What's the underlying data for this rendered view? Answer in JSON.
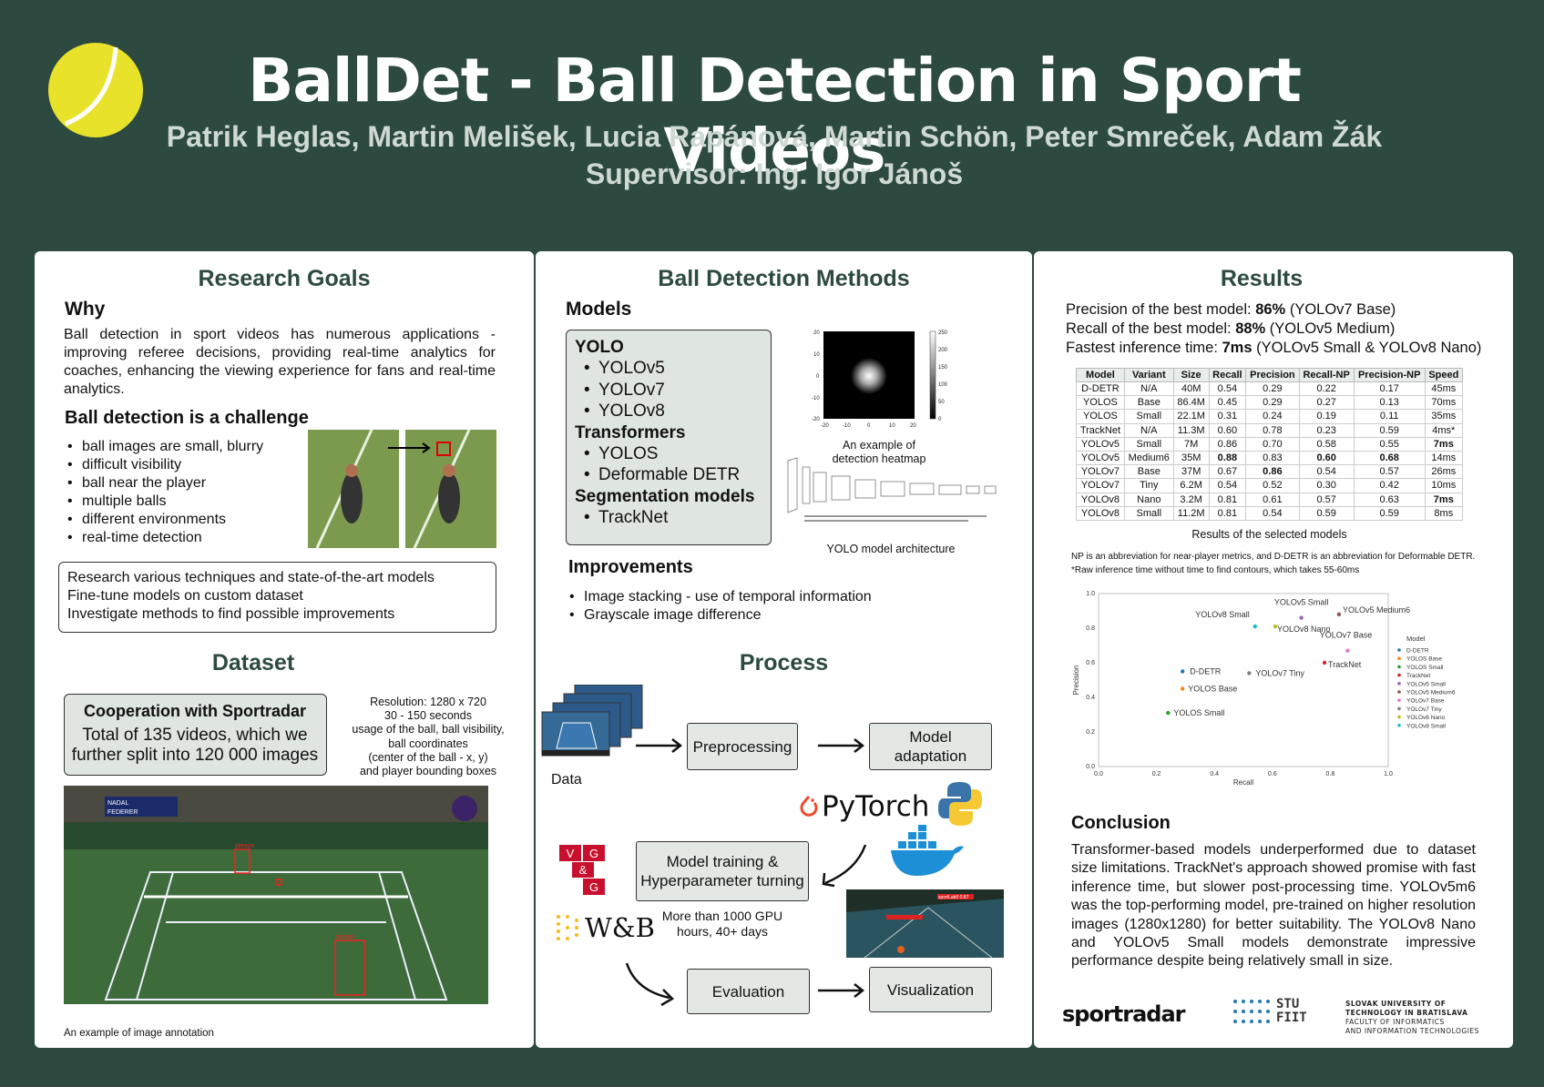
{
  "header": {
    "title": "BallDet - Ball Detection in Sport Videos",
    "authors": "Patrik Heglas, Martin Melišek, Lucia Rapánová, Martin Schön, Peter Smreček, Adam Žák",
    "supervisor": "Supervisor: Ing. Igor Jánoš"
  },
  "goals": {
    "heading": "Research Goals",
    "why_heading": "Why",
    "why_text": "Ball detection in sport videos has numerous applications - improving referee decisions, providing real-time analytics for coaches, enhancing the viewing experience for fans and real-time analytics.",
    "challenge_heading": "Ball detection is a challenge",
    "challenges": [
      "ball images are small, blurry",
      "difficult visibility",
      "ball near the player",
      "multiple balls",
      "different environments",
      "real-time detection"
    ],
    "objectives": [
      "Research various techniques and state-of-the-art models",
      "Fine-tune models on custom dataset",
      "Investigate methods to find possible improvements"
    ]
  },
  "dataset": {
    "heading": "Dataset",
    "coop_title": "Cooperation with Sportradar",
    "coop_text": "Total of 135 videos, which we further split into 120 000 images",
    "info": [
      "Resolution: 1280 x 720",
      "30 - 150 seconds",
      "usage of the ball, ball visibility,",
      "ball coordinates",
      "(center of the ball - x, y)",
      "and player bounding boxes"
    ],
    "caption": "An example of image annotation",
    "score_p1": "NADAL",
    "score_p2": "FEDERER",
    "label_person": "person"
  },
  "methods": {
    "heading": "Ball Detection Methods",
    "models_heading": "Models",
    "groups": [
      {
        "name": "YOLO",
        "items": [
          "YOLOv5",
          "YOLOv7",
          "YOLOv8"
        ]
      },
      {
        "name": "Transformers",
        "items": [
          "YOLOS",
          "Deformable DETR"
        ]
      },
      {
        "name": "Segmentation models",
        "items": [
          "TrackNet"
        ]
      }
    ],
    "heatmap_caption": "An example of detection heatmap",
    "yolo_caption": "YOLO model architecture",
    "heat_yticks": [
      "20",
      "10",
      "0",
      "-10",
      "-20"
    ],
    "heat_xticks": [
      "-20",
      "-10",
      "0",
      "10",
      "20"
    ],
    "heat_cbar": [
      "250",
      "200",
      "150",
      "100",
      "50",
      "0"
    ],
    "improvements_heading": "Improvements",
    "improvements": [
      "Image stacking - use of temporal information",
      "Grayscale image difference"
    ]
  },
  "process": {
    "heading": "Process",
    "data_label": "Data",
    "preprocessing": "Preprocessing",
    "model_adaptation": "Model adaptation",
    "training": "Model training & Hyperparameter turning",
    "gpu_note": "More than 1000 GPU hours, 40+ days",
    "evaluation": "Evaluation",
    "visualization": "Visualization",
    "pytorch": "PyTorch",
    "wandb": "W&B",
    "vgg": [
      "V",
      "G",
      "&",
      "G"
    ],
    "vis_label": "sportLab0 0.87"
  },
  "results": {
    "heading": "Results",
    "summary": [
      {
        "pre": "Precision of the best model: ",
        "bold": "86%",
        "post": " (YOLOv7 Base)"
      },
      {
        "pre": "Recall of the best model: ",
        "bold": "88%",
        "post": " (YOLOv5 Medium)"
      },
      {
        "pre": "Fastest inference time: ",
        "bold": "7ms",
        "post": " (YOLOv5 Small & YOLOv8 Nano)"
      }
    ],
    "table_headers": [
      "Model",
      "Variant",
      "Size",
      "Recall",
      "Precision",
      "Recall-NP",
      "Precision-NP",
      "Speed"
    ],
    "table_rows": [
      [
        "D-DETR",
        "N/A",
        "40M",
        "0.54",
        "0.29",
        "0.22",
        "0.17",
        "45ms"
      ],
      [
        "YOLOS",
        "Base",
        "86.4M",
        "0.45",
        "0.29",
        "0.27",
        "0.13",
        "70ms"
      ],
      [
        "YOLOS",
        "Small",
        "22.1M",
        "0.31",
        "0.24",
        "0.19",
        "0.11",
        "35ms"
      ],
      [
        "TrackNet",
        "N/A",
        "11.3M",
        "0.60",
        "0.78",
        "0.23",
        "0.59",
        "4ms*"
      ],
      [
        "YOLOv5",
        "Small",
        "7M",
        "0.86",
        "0.70",
        "0.58",
        "0.55",
        "7ms"
      ],
      [
        "YOLOv5",
        "Medium6",
        "35M",
        "0.88",
        "0.83",
        "0.60",
        "0.68",
        "14ms"
      ],
      [
        "YOLOv7",
        "Base",
        "37M",
        "0.67",
        "0.86",
        "0.54",
        "0.57",
        "26ms"
      ],
      [
        "YOLOv7",
        "Tiny",
        "6.2M",
        "0.54",
        "0.52",
        "0.30",
        "0.42",
        "10ms"
      ],
      [
        "YOLOv8",
        "Nano",
        "3.2M",
        "0.81",
        "0.61",
        "0.57",
        "0.63",
        "7ms"
      ],
      [
        "YOLOv8",
        "Small",
        "11.2M",
        "0.81",
        "0.54",
        "0.59",
        "0.59",
        "8ms"
      ]
    ],
    "table_caption": "Results of the selected models",
    "note1": "NP is an abbreviation for near-player metrics, and D-DETR is an abbreviation for Deformable DETR.",
    "note2": "*Raw inference time without time to find contours, which takes 55-60ms",
    "conclusion_heading": "Conclusion",
    "conclusion": "Transformer-based models underperformed due to dataset size limitations. TrackNet's approach showed promise with fast inference time, but slower post-processing time. YOLOv5m6 was the top-performing model, pre-trained on higher resolution images (1280x1280) for better suitability. The YOLOv8 Nano and YOLOv5 Small models demonstrate impressive performance despite being relatively small in size.",
    "logo_sportradar": "sportradar",
    "logo_stu": [
      "STU",
      "FIIT"
    ],
    "logo_univ": [
      "SLOVAK UNIVERSITY OF",
      "TECHNOLOGY IN BRATISLAVA",
      "FACULTY OF INFORMATICS",
      "AND INFORMATION TECHNOLOGIES"
    ]
  },
  "chart_data": {
    "type": "scatter",
    "xlabel": "Recall",
    "ylabel": "Precision",
    "xlim": [
      0.0,
      1.0
    ],
    "ylim": [
      0.0,
      1.0
    ],
    "xticks": [
      "0.0",
      "0.2",
      "0.4",
      "0.6",
      "0.8",
      "1.0"
    ],
    "yticks": [
      "0.0",
      "0.2",
      "0.4",
      "0.6",
      "0.8",
      "1.0"
    ],
    "legend_title": "Model",
    "legend_placement": "right",
    "points": [
      {
        "name": "D-DETR",
        "x": 0.29,
        "y": 0.55,
        "label": "D-DETR",
        "color": "#1f77b4"
      },
      {
        "name": "YOLOS Base",
        "x": 0.29,
        "y": 0.45,
        "label": "YOLOS Base",
        "color": "#ff7f0e"
      },
      {
        "name": "YOLOS Small",
        "x": 0.24,
        "y": 0.31,
        "label": "YOLOS Small",
        "color": "#2ca02c"
      },
      {
        "name": "TrackNet",
        "x": 0.78,
        "y": 0.6,
        "label": "TrackNet",
        "color": "#d62728"
      },
      {
        "name": "YOLOv5 Small",
        "x": 0.7,
        "y": 0.86,
        "label": "YOLOv5 Small",
        "color": "#9467bd"
      },
      {
        "name": "YOLOv5 Medium6",
        "x": 0.83,
        "y": 0.88,
        "label": "YOLOv5 Medium6",
        "color": "#8c564b"
      },
      {
        "name": "YOLOv7 Base",
        "x": 0.86,
        "y": 0.67,
        "label": "YOLOv7 Base",
        "color": "#e377c2"
      },
      {
        "name": "YOLOv7 Tiny",
        "x": 0.52,
        "y": 0.54,
        "label": "YOLOv7 Tiny",
        "color": "#7f7f7f"
      },
      {
        "name": "YOLOv8 Nano",
        "x": 0.61,
        "y": 0.81,
        "label": "YOLOv8 Nano",
        "color": "#bcbd22"
      },
      {
        "name": "YOLOv8 Small",
        "x": 0.54,
        "y": 0.81,
        "label": "YOLOv8 Small",
        "color": "#17becf"
      }
    ]
  }
}
